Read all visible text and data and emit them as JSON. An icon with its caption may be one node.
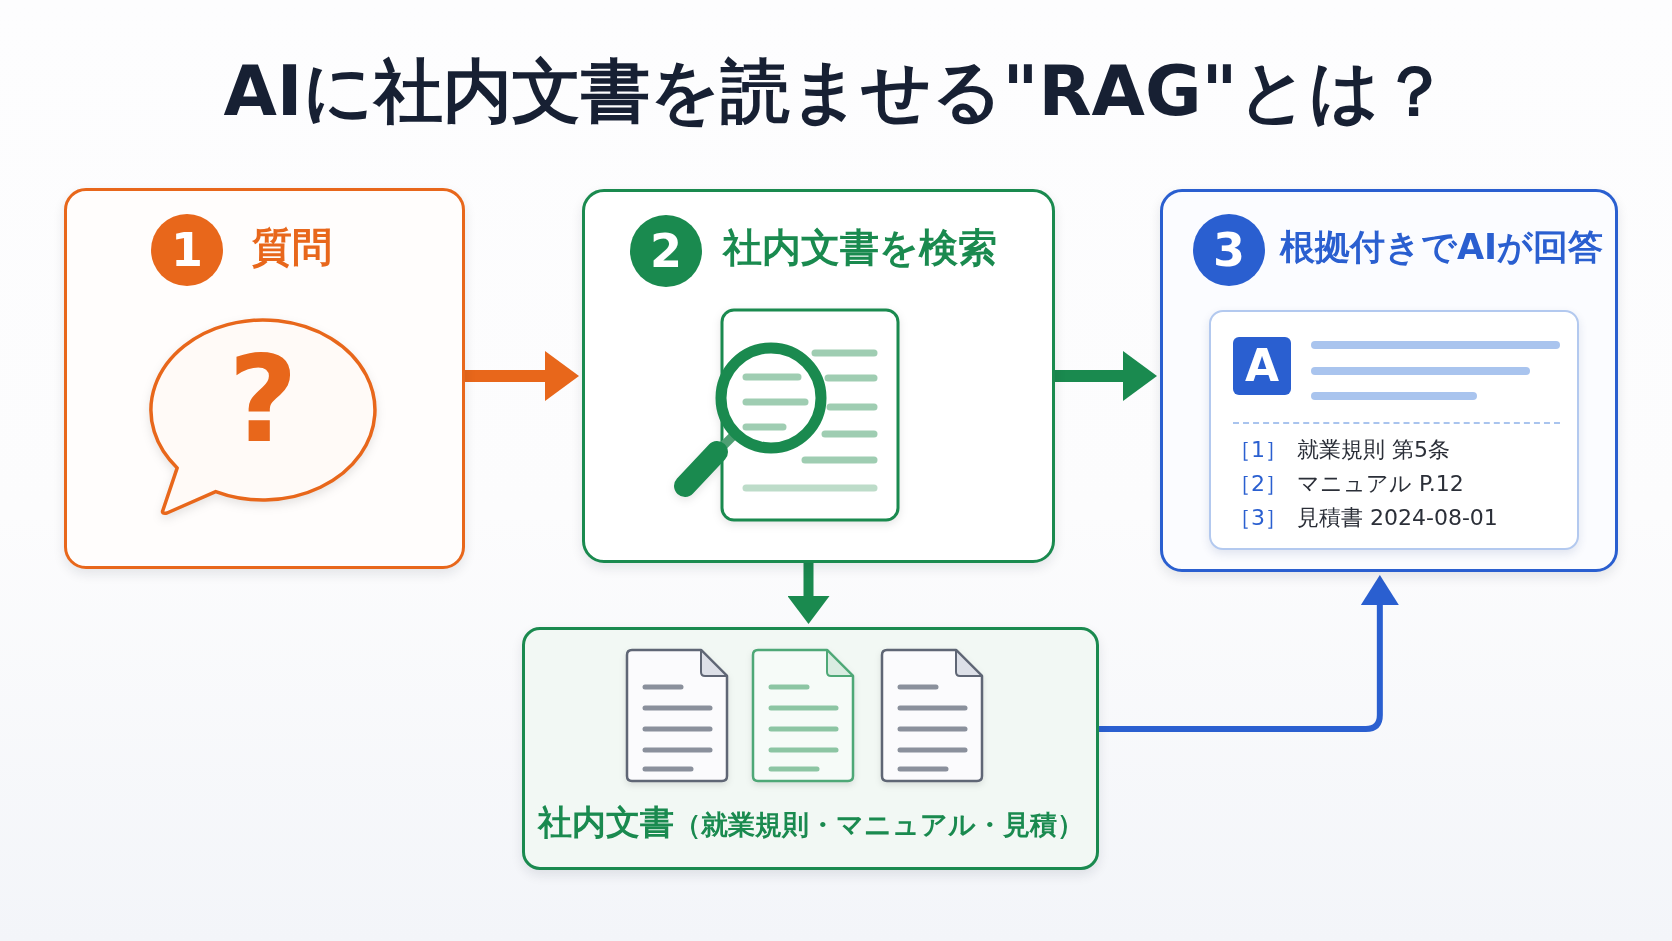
{
  "diagram": {
    "title": "AIに社内文書を読ませる\"RAG\"とは？",
    "nodes": [
      {
        "text": [
          "質問"
        ]
      },
      {
        "text": [
          "1"
        ],
        "in": 0
      },
      {
        "text": [
          "?"
        ],
        "in": 0
      },
      {
        "text": [
          "社内文書を検索"
        ]
      },
      {
        "text": [
          "2"
        ],
        "in": 3
      },
      {
        "text": [
          "根拠付きでAIが回答"
        ]
      },
      {
        "text": [
          "3"
        ],
        "in": 5
      },
      {
        "text": [
          "［1］",
          "就業規則 第5条",
          "［2］",
          "マニュアル P.12",
          "［3］",
          "見積書 2024-08-01"
        ],
        "in": 5
      },
      {
        "text": [
          "A"
        ],
        "in": 7
      },
      {
        "text": [
          "社内文書",
          "（就業規則・マニュアル・見積）"
        ]
      }
    ],
    "edges": [
      {
        "from": 0,
        "to": 3,
        "arrow": "to",
        "color": "#e8671b"
      },
      {
        "from": 3,
        "to": 5,
        "arrow": "to",
        "color": "#1a8a4f"
      },
      {
        "from": 3,
        "to": 9,
        "arrow": "to",
        "color": "#1a8a4f"
      },
      {
        "from": 9,
        "to": 5,
        "arrow": "to",
        "color": "#2a5fd0"
      }
    ]
  }
}
